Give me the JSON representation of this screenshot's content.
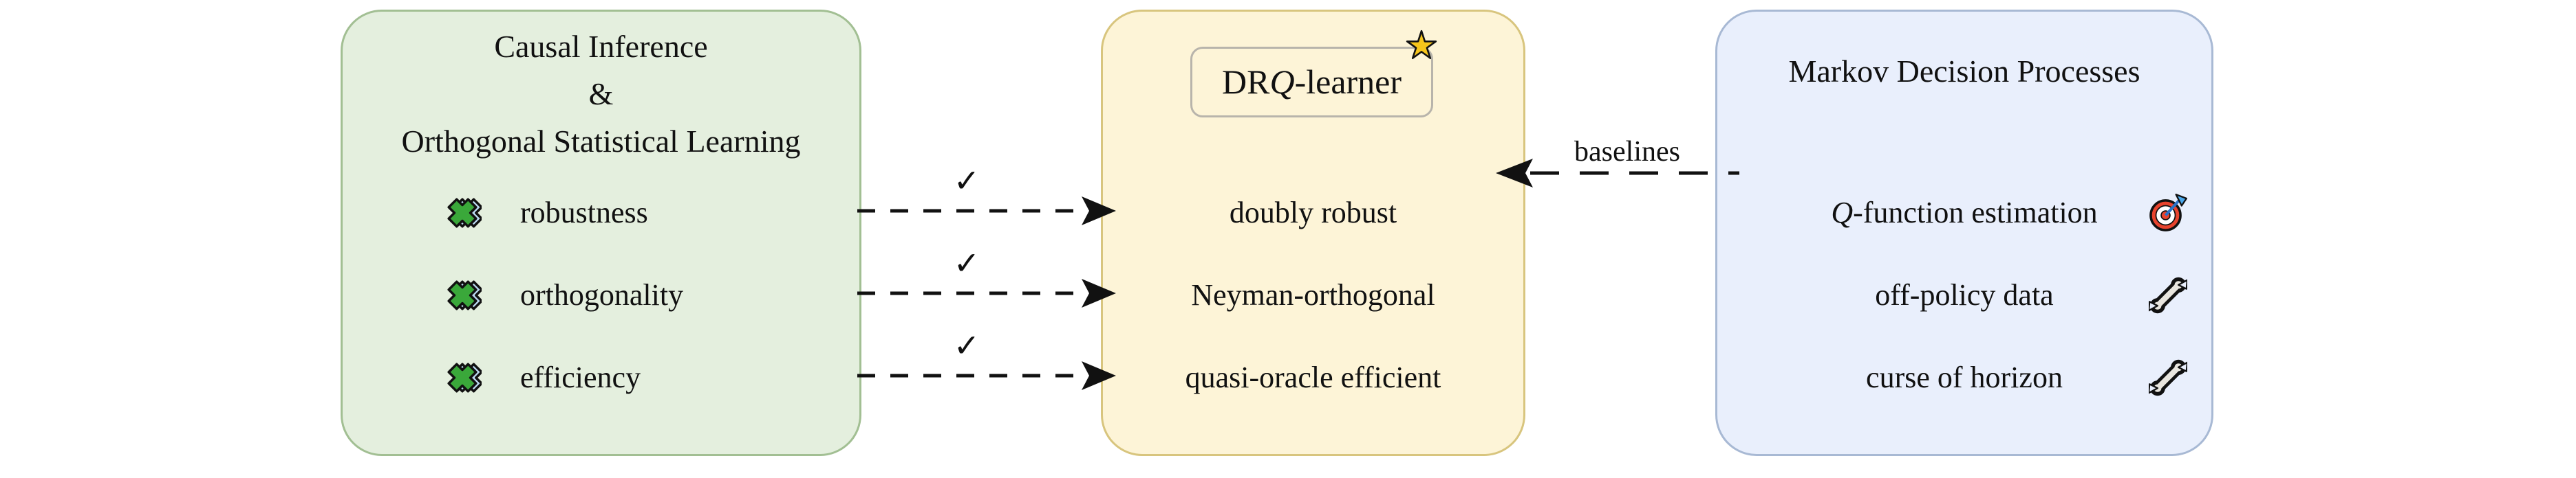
{
  "figure": {
    "left_box": {
      "title_lines": [
        "Causal Inference",
        "&",
        "Orthogonal Statistical Learning"
      ],
      "items": [
        {
          "icon": "puzzle-piece-icon",
          "label": "robustness"
        },
        {
          "icon": "puzzle-piece-icon",
          "label": "orthogonality"
        },
        {
          "icon": "puzzle-piece-icon",
          "label": "efficiency"
        }
      ]
    },
    "middle_box": {
      "badge": {
        "pre": "DR",
        "q": "Q",
        "post": "-learner"
      },
      "badge_icon": "star-icon",
      "items": [
        {
          "label": "doubly robust"
        },
        {
          "label": "Neyman-orthogonal"
        },
        {
          "label": "quasi-oracle efficient"
        }
      ]
    },
    "right_box": {
      "title": "Markov Decision Processes",
      "items": [
        {
          "q": "Q",
          "label": "-function estimation",
          "icon": "target-icon"
        },
        {
          "q": "",
          "label": "off-policy data",
          "icon": "wrench-icon"
        },
        {
          "q": "",
          "label": "curse of horizon",
          "icon": "wrench-icon"
        }
      ]
    },
    "arrows": {
      "check_mark": "✓",
      "baselines_label": "baselines"
    },
    "colors": {
      "left_fill": "#e4efde",
      "left_border": "#a2bf93",
      "middle_fill": "#fdf4d7",
      "middle_border": "#d8c57e",
      "right_fill": "#e9effc",
      "right_border": "#a8b9d4",
      "badge_border": "#b8b4ab",
      "text": "#111111",
      "star_gold": "#f6c51b",
      "puzzle_green": "#3aa83a",
      "puzzle_blue": "#bcd9f2",
      "target_red": "#e8432d",
      "dart_blue": "#4aa8ec",
      "wrench_gray": "#e9e6df"
    }
  }
}
